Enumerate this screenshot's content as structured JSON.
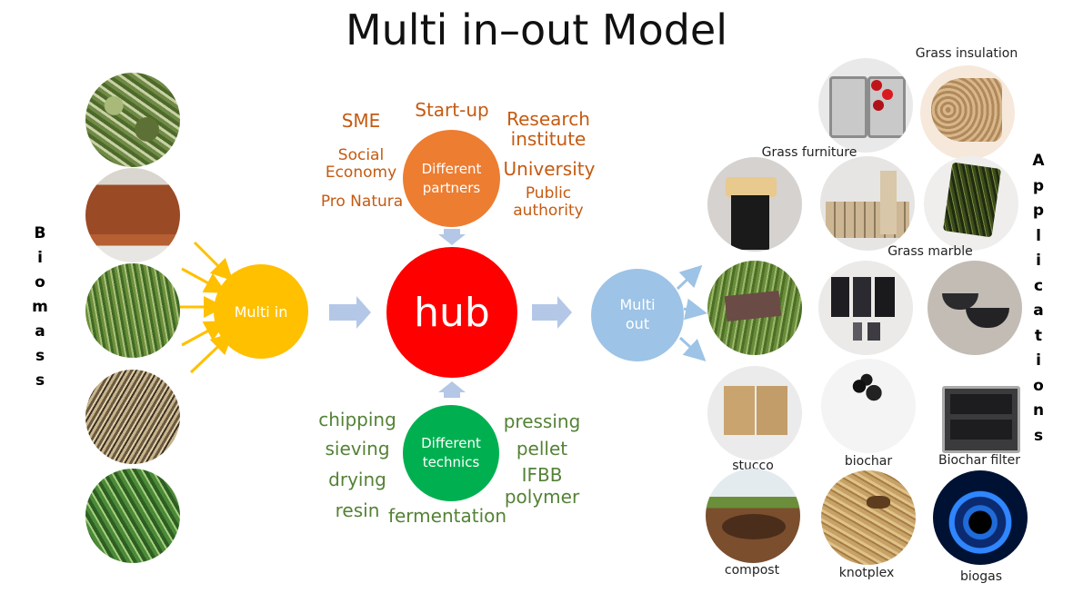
{
  "title": "Multi in–out Model",
  "left_label": "Biomass",
  "right_label": "Applications",
  "nodes": {
    "multi_in": "Multi in",
    "hub": "hub",
    "multi_out": "Multi out",
    "partners": "Different partners",
    "technics": "Different technics"
  },
  "partners": {
    "sme": "SME",
    "startup": "Start-up",
    "research": "Research institute",
    "social": "Social Economy",
    "university": "University",
    "pronatura": "Pro Natura",
    "public": "Public authority"
  },
  "technics": {
    "chipping": "chipping",
    "sieving": "sieving",
    "drying": "drying",
    "resin": "resin",
    "fermentation": "fermentation",
    "pressing": "pressing",
    "pellet": "pellet",
    "ifbb": "IFBB",
    "polymer": "polymer"
  },
  "applications": {
    "grass_insulation": "Grass insulation",
    "grass_furniture": "Grass furniture",
    "grass_marble": "Grass marble",
    "stucco": "stucco",
    "biochar": "biochar",
    "biochar_filter": "Biochar filter",
    "compost": "compost",
    "knotplex": "knotplex",
    "biogas": "biogas"
  },
  "colors": {
    "multi_in": "#ffc000",
    "hub": "#ff0000",
    "multi_out": "#9dc3e6",
    "partners": "#ed7d31",
    "technics": "#00b050",
    "arrow": "#b4c7e7",
    "orange_text": "#c55a11",
    "green_text": "#548235"
  }
}
